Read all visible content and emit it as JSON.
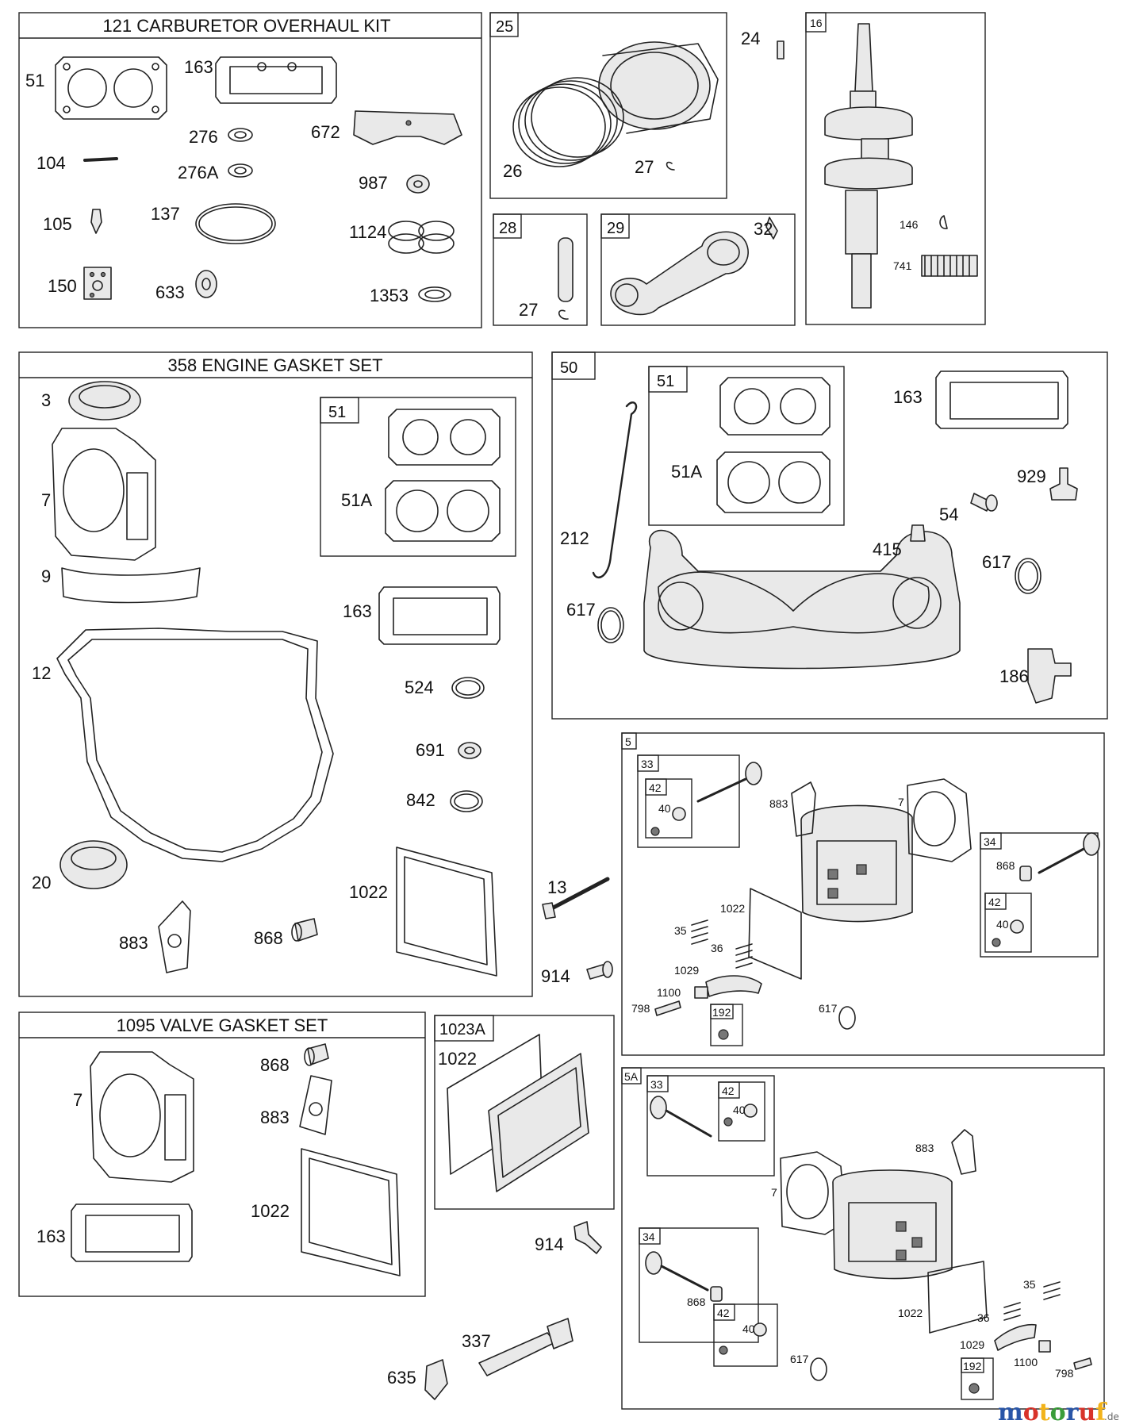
{
  "sections": {
    "carburetor_kit": {
      "number": "121",
      "title": "CARBURETOR OVERHAUL KIT"
    },
    "engine_gasket_set": {
      "number": "358",
      "title": "ENGINE GASKET SET"
    },
    "valve_gasket_set": {
      "number": "1095",
      "title": "VALVE GASKET SET"
    }
  },
  "group_tags": {
    "piston": "25",
    "piston_pin": "28",
    "connecting_rod": "29",
    "crankshaft": "16",
    "intake_manifold": "50",
    "manifold_gasket_group": "51",
    "engine_gasket_51": "51",
    "cylinder_head": "5",
    "cylinder_head_b": "5A",
    "valve_cover_kit": "1023A",
    "h33": "33",
    "h42": "42",
    "h34": "34",
    "h42b": "42",
    "h192": "192",
    "b33": "33",
    "b42": "42",
    "b34": "34",
    "b42b": "42",
    "b192": "192"
  },
  "callouts": {
    "c51": "51",
    "c163": "163",
    "c276": "276",
    "c672": "672",
    "c104": "104",
    "c276a": "276A",
    "c987": "987",
    "c105": "105",
    "c137": "137",
    "c1124": "1124",
    "c150": "150",
    "c633": "633",
    "c1353": "1353",
    "p24": "24",
    "p26": "26",
    "p27a": "27",
    "p27b": "27",
    "p32": "32",
    "p146": "146",
    "p741": "741",
    "g3": "3",
    "g7": "7",
    "g51a": "51A",
    "g9": "9",
    "g163": "163",
    "g12": "12",
    "g524": "524",
    "g691": "691",
    "g842": "842",
    "g20": "20",
    "g1022": "1022",
    "g883": "883",
    "g868": "868",
    "m212": "212",
    "m51a": "51A",
    "m163": "163",
    "m929": "929",
    "m54": "54",
    "m415": "415",
    "m617a": "617",
    "m617b": "617",
    "m186": "186",
    "s13": "13",
    "s914a": "914",
    "s914b": "914",
    "s337": "337",
    "s635": "635",
    "h40": "40",
    "h883": "883",
    "h7": "7",
    "h868": "868",
    "h40b": "40",
    "h1022": "1022",
    "h35": "35",
    "h36": "36",
    "h1029": "1029",
    "h1100": "1100",
    "h798": "798",
    "h617": "617",
    "v7": "7",
    "v868": "868",
    "v883": "883",
    "v1022": "1022",
    "v163": "163",
    "k1022": "1022",
    "b40": "40",
    "b883": "883",
    "b7": "7",
    "b868": "868",
    "b40b": "40",
    "b1022": "1022",
    "b35": "35",
    "b36": "36",
    "b1029": "1029",
    "b1100": "1100",
    "b798": "798",
    "b617": "617"
  },
  "watermark": {
    "brand": "motoruf",
    "suffix": ".de",
    "colors": [
      "#2a56a8",
      "#d8332a",
      "#f2b31a",
      "#3a9d3a"
    ]
  }
}
